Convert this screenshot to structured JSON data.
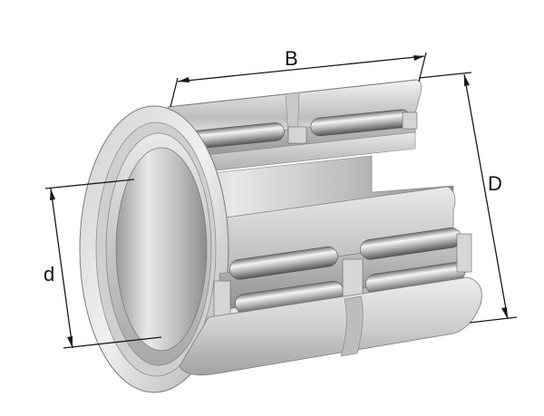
{
  "figure": {
    "labels": {
      "width": "B",
      "outer_diameter": "D",
      "bore_diameter": "d"
    }
  }
}
